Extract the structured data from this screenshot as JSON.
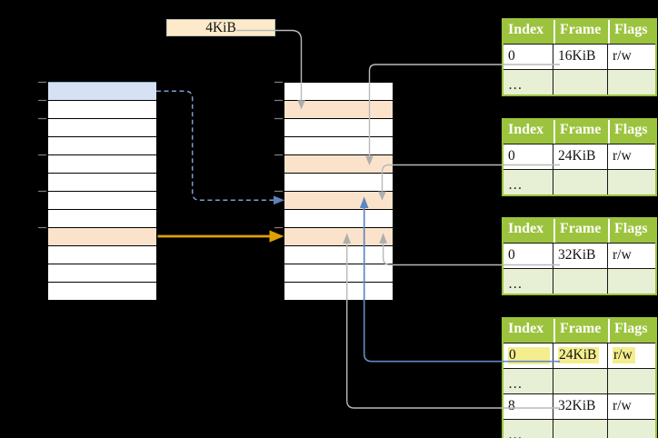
{
  "page_size_label": "4KiB",
  "table_headers": [
    "Index",
    "Frame",
    "Flags"
  ],
  "page_tables": [
    {
      "name": "page-table-1",
      "rows": [
        {
          "index": "0",
          "frame": "16KiB",
          "flags": "r/w"
        },
        {
          "index": "…",
          "frame": "",
          "flags": ""
        }
      ]
    },
    {
      "name": "page-table-2",
      "rows": [
        {
          "index": "0",
          "frame": "24KiB",
          "flags": "r/w"
        },
        {
          "index": "…",
          "frame": "",
          "flags": ""
        }
      ]
    },
    {
      "name": "page-table-3",
      "rows": [
        {
          "index": "0",
          "frame": "32KiB",
          "flags": "r/w"
        },
        {
          "index": "…",
          "frame": "",
          "flags": ""
        }
      ]
    },
    {
      "name": "page-table-4",
      "rows": [
        {
          "index": "0",
          "frame": "24KiB",
          "flags": "r/w",
          "highlighted": true
        },
        {
          "index": "…",
          "frame": "",
          "flags": ""
        },
        {
          "index": "8",
          "frame": "32KiB",
          "flags": "r/w"
        },
        {
          "index": "…",
          "frame": "",
          "flags": ""
        }
      ]
    }
  ],
  "columns": {
    "virtual": {
      "rows": 12,
      "blue_rows": [
        0
      ],
      "orange_rows": [
        8
      ],
      "tick_rows": [
        0,
        1,
        2,
        4,
        6,
        8
      ]
    },
    "physical": {
      "rows": 12,
      "blue_rows": [],
      "orange_rows": [
        1,
        4,
        6,
        8
      ],
      "tick_rows": [
        0,
        1,
        2,
        4,
        6,
        8
      ]
    }
  },
  "arrows": [
    {
      "id": "page-size-pointer",
      "from": "4KiB label",
      "to": "physical column row 1",
      "style": "gray-solid"
    },
    {
      "id": "pt1-entry0-to-frame",
      "from": "page-table-1 row 0 (16KiB)",
      "to": "physical column row 4",
      "style": "gray-solid"
    },
    {
      "id": "pt2-entry0-to-frame",
      "from": "page-table-2 row 0 (24KiB)",
      "to": "physical column row 6",
      "style": "gray-solid"
    },
    {
      "id": "pt3-entry0-to-frame",
      "from": "page-table-3 row 0 (32KiB)",
      "to": "physical column row 8",
      "style": "gray-solid"
    },
    {
      "id": "pt4-entry0-to-frame",
      "from": "page-table-4 row 0 (24KiB)",
      "to": "physical column row 6",
      "style": "blue-solid"
    },
    {
      "id": "pt4-entry8-to-frame",
      "from": "page-table-4 row 8 (32KiB)",
      "to": "physical column row 8",
      "style": "gray-solid"
    },
    {
      "id": "virtual-page0-translation",
      "from": "virtual column row 0 (blue)",
      "to": "physical column row 6",
      "style": "blue-dashed"
    },
    {
      "id": "virtual-page8-translation",
      "from": "virtual column row 8 (orange)",
      "to": "physical column row 8",
      "style": "gold-solid"
    }
  ],
  "colors": {
    "background": "#000000",
    "table_header_green": "#9cc33d",
    "table_alt_row_green": "#e7efd5",
    "frame_highlight_orange": "#fbe3cb",
    "page_highlight_blue": "#d6e2f4",
    "entry_highlight_yellow": "#f4ee8e",
    "page_size_box_cream": "#fceaca",
    "arrow_gray": "#b9b9b9",
    "arrow_blue": "#5f87bf",
    "arrow_blue_dashed": "#7e9dd1",
    "arrow_gold": "#dfa102"
  }
}
